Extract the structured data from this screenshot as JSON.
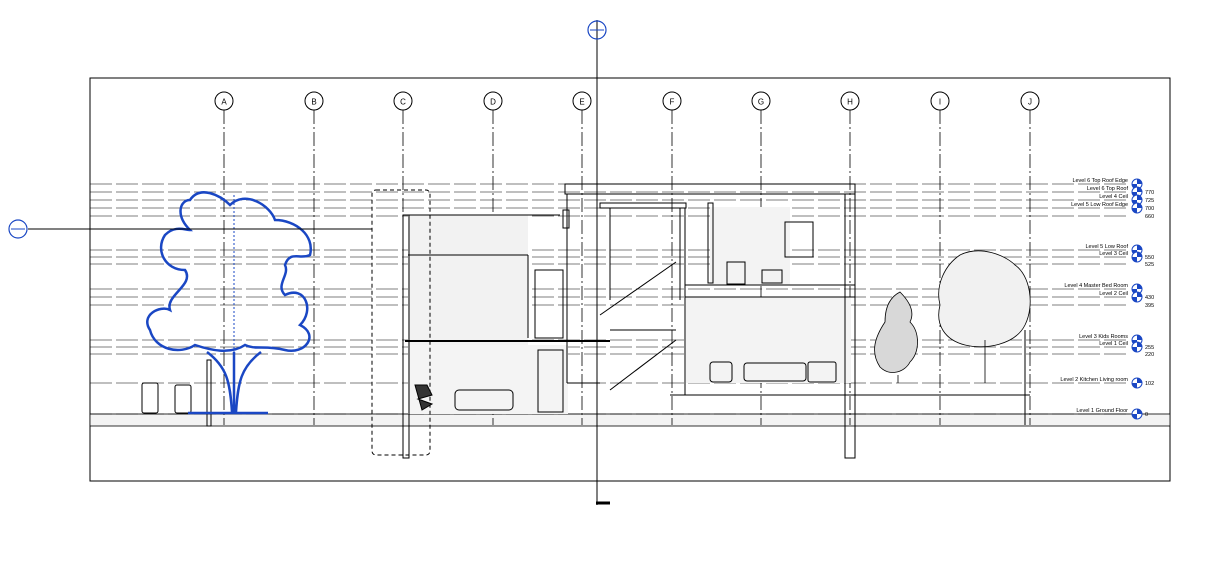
{
  "view": {
    "selection_color": "#1a47c4",
    "line_color": "#000000",
    "grids": [
      "A",
      "B",
      "C",
      "D",
      "E",
      "F",
      "G",
      "H",
      "I",
      "J"
    ],
    "levels": [
      {
        "name": "Level 6 Top Roof Edge",
        "elevation": ""
      },
      {
        "name": "Level 6 Top Roof",
        "elevation": "770"
      },
      {
        "name": "Level 4 Ceil",
        "elevation": "725"
      },
      {
        "name": "Level 5 Low Roof Edge",
        "elevation": "700"
      },
      {
        "name": "",
        "elevation": "660"
      },
      {
        "name": "Level 5 Low Roof",
        "elevation": ""
      },
      {
        "name": "Level 3 Ceil",
        "elevation": "550"
      },
      {
        "name": "",
        "elevation": "525"
      },
      {
        "name": "Level 4 Master Bed Room",
        "elevation": ""
      },
      {
        "name": "Level 2 Ceil",
        "elevation": "430"
      },
      {
        "name": "",
        "elevation": "395"
      },
      {
        "name": "Level 3 Kids Rooms",
        "elevation": ""
      },
      {
        "name": "Level 1 Ceil",
        "elevation": "255"
      },
      {
        "name": "",
        "elevation": "220"
      },
      {
        "name": "Level 2 Kitchen Living room",
        "elevation": "102"
      },
      {
        "name": "Level 1 Ground Floor",
        "elevation": "0"
      }
    ]
  }
}
